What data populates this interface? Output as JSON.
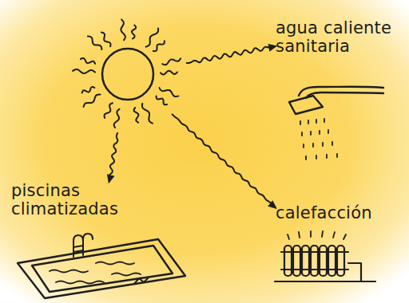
{
  "diagram": {
    "nodes": [
      {
        "text": []
      },
      {
        "text": [
          "agua caliente sanitaria"
        ]
      },
      {
        "text": [
          "piscinas climatizadas"
        ]
      },
      {
        "text": [
          "calefacción"
        ]
      }
    ],
    "edges": [
      {
        "from": 0,
        "to": 1,
        "arrow": "to"
      },
      {
        "from": 0,
        "to": 2,
        "arrow": "to"
      },
      {
        "from": 0,
        "to": 3,
        "arrow": "to"
      }
    ]
  }
}
